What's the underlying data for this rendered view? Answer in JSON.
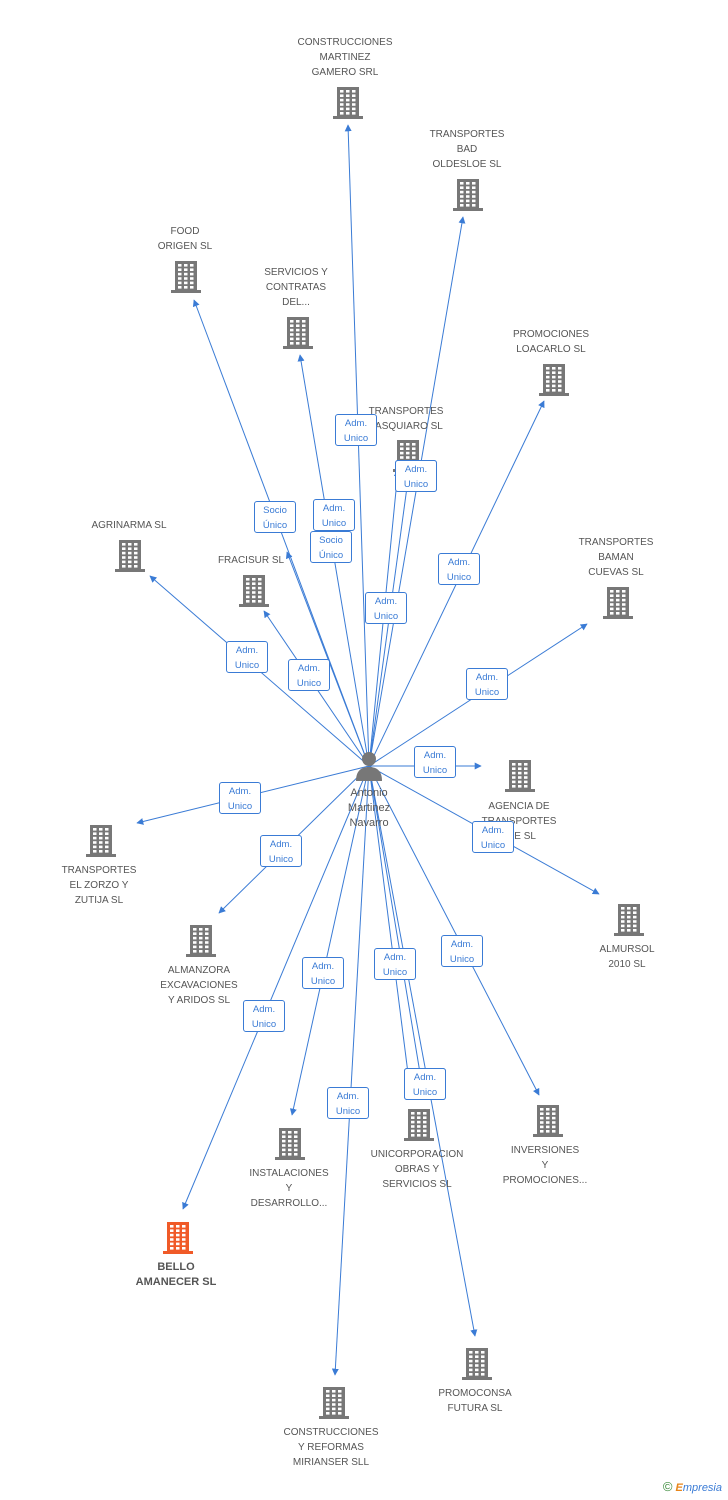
{
  "colors": {
    "edge": "#3a7bd5",
    "building": "#777777",
    "building_highlight": "#f05a28"
  },
  "center": {
    "name": "Antonio\nMartinez\nNavarro"
  },
  "nodes": [
    {
      "id": "construcciones-martinez",
      "label": "CONSTRUCCIONES\nMARTINEZ\nGAMERO SRL",
      "highlight": false
    },
    {
      "id": "transportes-bad",
      "label": "TRANSPORTES\nBAD\nOLDESLOE SL",
      "highlight": false
    },
    {
      "id": "food-origen",
      "label": "FOOD\nORIGEN  SL",
      "highlight": false
    },
    {
      "id": "servicios-contratas",
      "label": "SERVICIOS Y\nCONTRATAS\nDEL...",
      "highlight": false
    },
    {
      "id": "promociones-loacarlo",
      "label": "PROMOCIONES\nLOACARLO SL",
      "highlight": false
    },
    {
      "id": "transportes-pasquiaro",
      "label": "TRANSPORTES\nPASQUIARO SL",
      "highlight": false
    },
    {
      "id": "agrinarma",
      "label": "AGRINARMA SL",
      "highlight": false
    },
    {
      "id": "fracisur",
      "label": "FRACISUR SL",
      "highlight": false
    },
    {
      "id": "transportes-baman",
      "label": "TRANSPORTES\nBAMAN\nCUEVAS SL",
      "highlight": false
    },
    {
      "id": "agencia-transportes",
      "label": "AGENCIA DE\nTRANSPORTES\nLKE SL",
      "highlight": false
    },
    {
      "id": "transportes-zorzo",
      "label": "TRANSPORTES\nEL ZORZO Y\nZUTIJA SL",
      "highlight": false
    },
    {
      "id": "almursol",
      "label": "ALMURSOL\n2010 SL",
      "highlight": false
    },
    {
      "id": "almanzora",
      "label": "ALMANZORA\nEXCAVACIONES\nY ARIDOS SL",
      "highlight": false
    },
    {
      "id": "instalaciones",
      "label": "INSTALACIONES\nY\nDESARROLLO...",
      "highlight": false
    },
    {
      "id": "unicorporacion",
      "label": "UNICORPORACION\nOBRAS Y\nSERVICIOS SL",
      "highlight": false
    },
    {
      "id": "inversiones",
      "label": "INVERSIONES\nY\nPROMOCIONES...",
      "highlight": false
    },
    {
      "id": "bello-amanecer",
      "label": "BELLO\nAMANECER SL",
      "highlight": true
    },
    {
      "id": "promoconsa",
      "label": "PROMOCONSA\nFUTURA SL",
      "highlight": false
    },
    {
      "id": "construcciones-reformas",
      "label": "CONSTRUCCIONES\nY REFORMAS\nMIRIANSER SLL",
      "highlight": false
    }
  ],
  "edges": [
    {
      "to": "construcciones-martinez",
      "label": "Adm.\nUnico"
    },
    {
      "to": "transportes-bad",
      "label": "Adm.\nUnico"
    },
    {
      "to": "food-origen",
      "label": "Socio\nÚnico"
    },
    {
      "to": "servicios-contratas",
      "label": "Adm.\nUnico"
    },
    {
      "to": "promociones-loacarlo",
      "label": "Adm.\nUnico"
    },
    {
      "to": "transportes-pasquiaro",
      "label": "Adm.\nUnico"
    },
    {
      "to": "fracisur",
      "label": "Socio\nÚnico"
    },
    {
      "to": "transportes-pasquiaro",
      "label": "Adm.\nUnico"
    },
    {
      "to": "agrinarma",
      "label": "Adm.\nUnico"
    },
    {
      "to": "fracisur",
      "label": "Adm.\nUnico"
    },
    {
      "to": "transportes-baman",
      "label": "Adm.\nUnico"
    },
    {
      "to": "agencia-transportes",
      "label": "Adm.\nUnico"
    },
    {
      "to": "transportes-zorzo",
      "label": "Adm.\nUnico"
    },
    {
      "to": "almursol",
      "label": "Adm.\nUnico"
    },
    {
      "to": "almanzora",
      "label": "Adm.\nUnico"
    },
    {
      "to": "instalaciones",
      "label": "Adm.\nUnico"
    },
    {
      "to": "unicorporacion",
      "label": "Adm.\nUnico"
    },
    {
      "to": "inversiones",
      "label": "Adm.\nUnico"
    },
    {
      "to": "bello-amanecer",
      "label": "Adm.\nUnico"
    },
    {
      "to": "unicorporacion",
      "label": "Adm.\nUnico"
    },
    {
      "to": "construcciones-reformas",
      "label": "Adm.\nUnico"
    },
    {
      "to": "promoconsa",
      "label": "Adm.\nUnico"
    }
  ],
  "footer": {
    "copyright": "©",
    "brand_e": "E",
    "brand_rest": "mpresia"
  }
}
